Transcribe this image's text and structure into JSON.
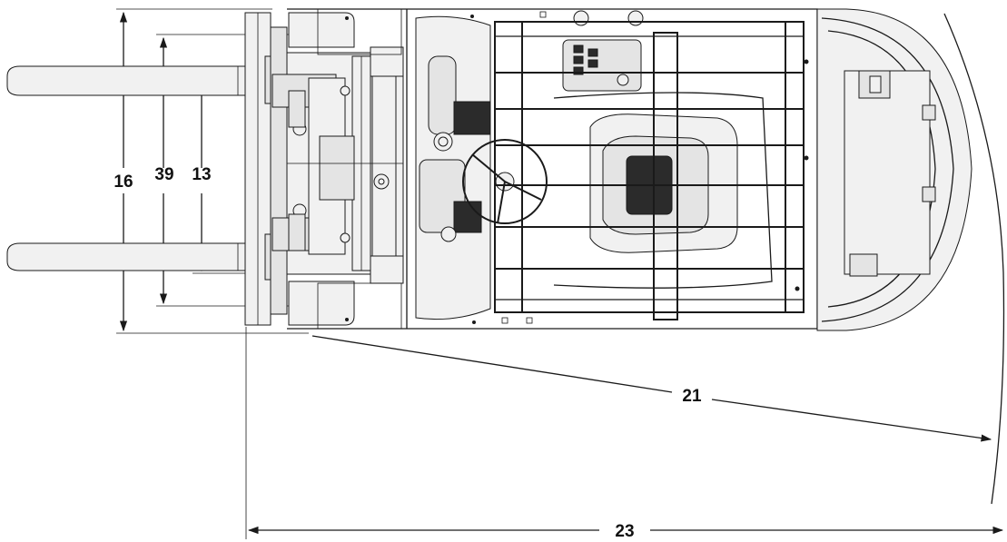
{
  "dimensions": {
    "overall_width": "16",
    "outer_fork_spread": "39",
    "inner_fork_spread": "13",
    "turning_radius": "21",
    "overall_length": "23"
  }
}
